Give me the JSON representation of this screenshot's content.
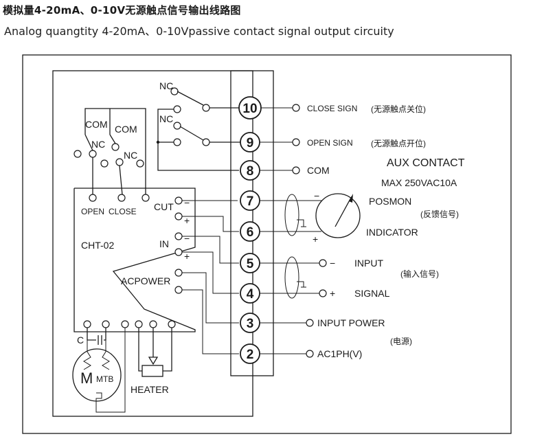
{
  "title_cn": "模拟量4-20mA、0-10V无源触点信号输出线路图",
  "title_en": "Analog quangtity 4-20mA、0-10Vpassive contact  signal output circuity",
  "terminals": [
    "10",
    "9",
    "8",
    "7",
    "6",
    "5",
    "4",
    "3",
    "2"
  ],
  "labels": {
    "nc": "NC",
    "com": "COM",
    "open": "OPEN",
    "close": "CLOSE",
    "cut": "CUT",
    "in": "IN",
    "acpower": "ACPOWER",
    "model": "CHT-02",
    "c": "C",
    "m": "M",
    "mtb": "MTB",
    "heater": "HEATER",
    "minus": "−",
    "plus": "+",
    "close_sign": "CLOSE SIGN",
    "close_sign_cn": "(无源触点关位)",
    "open_sign": "OPEN SIGN",
    "open_sign_cn": "(无源触点开位)",
    "com_out": "COM",
    "aux_contact": "AUX CONTACT",
    "aux_rating": "MAX 250VAC10A",
    "posmon": "POSMON",
    "feedback_cn": "(反馈信号)",
    "indicator": "INDICATOR",
    "input": "INPUT",
    "input_cn": "(输入信号)",
    "signal": "SIGNAL",
    "input_power": "INPUT POWER",
    "power_cn": "(电源)",
    "ac1ph": "AC1PH(V)"
  }
}
